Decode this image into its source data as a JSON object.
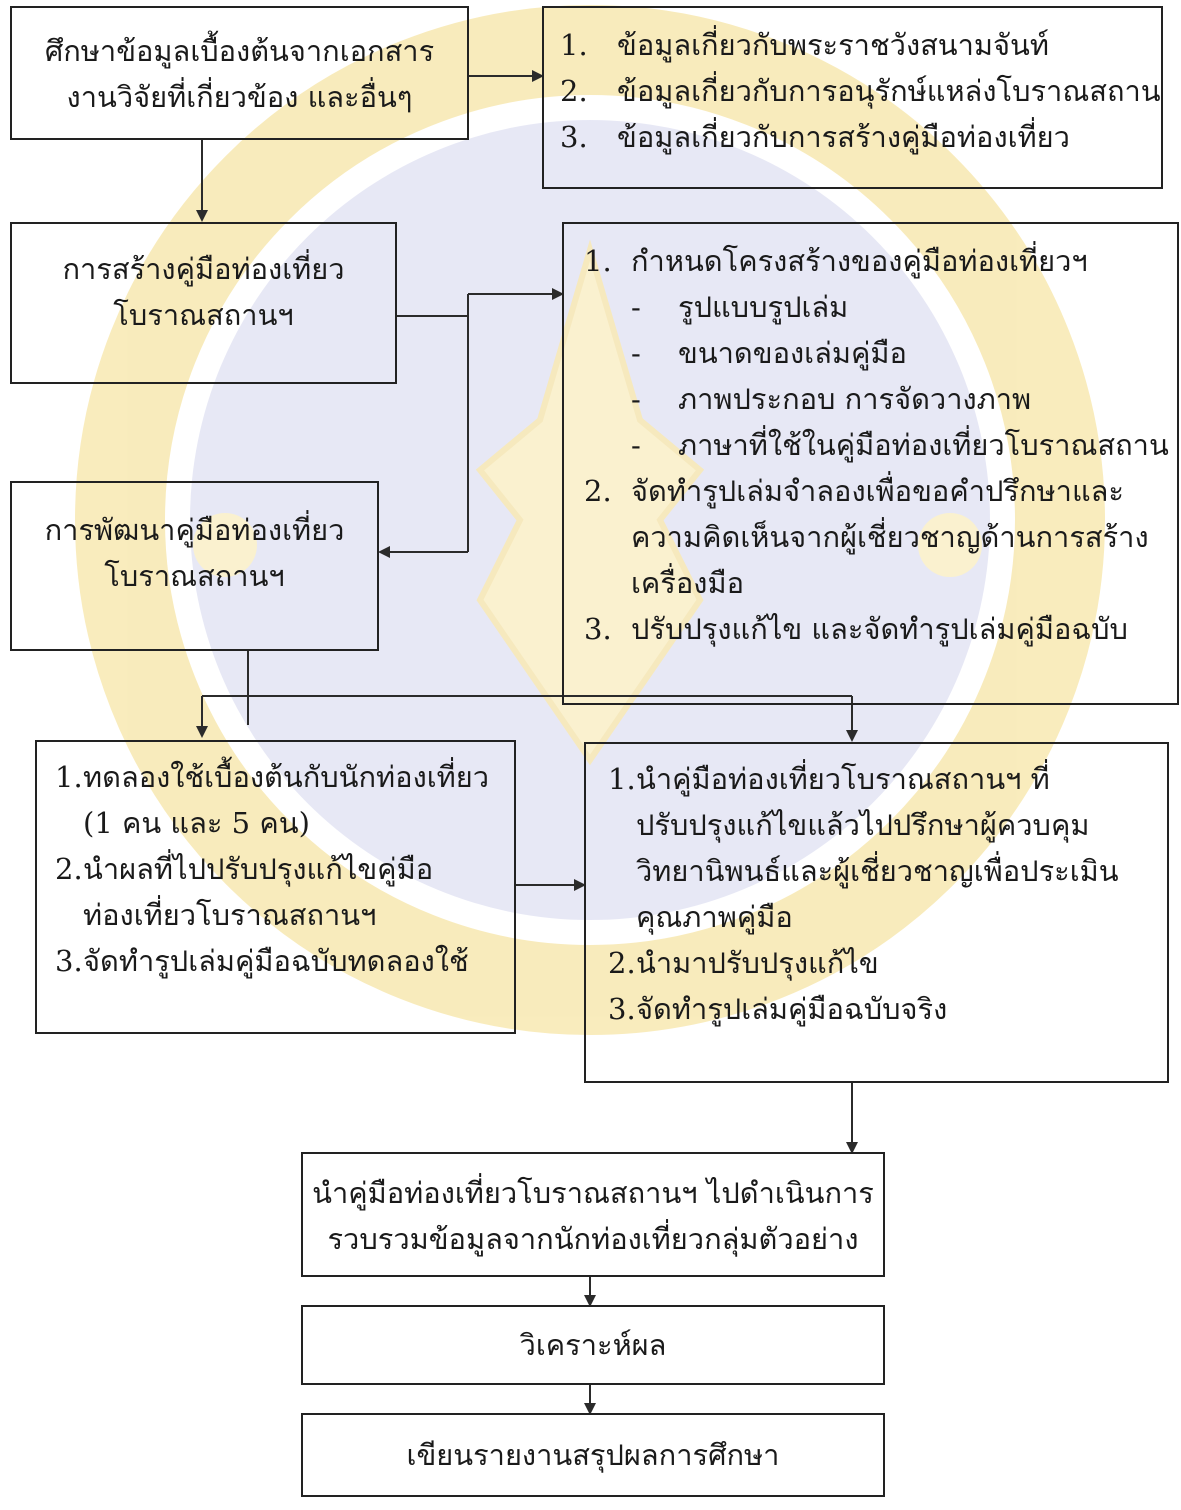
{
  "boxes": {
    "study": {
      "lines": [
        "ศึกษาข้อมูลเบื้องต้นจากเอกสาร",
        "งานวิจัยที่เกี่ยวข้อง  และอื่นๆ"
      ]
    },
    "study_info": {
      "items": [
        {
          "num": "1.",
          "text": "ข้อมูลเกี่ยวกับพระราชวังสนามจันท์"
        },
        {
          "num": "2.",
          "text": "ข้อมูลเกี่ยวกับการอนุรักษ์แหล่งโบราณสถาน"
        },
        {
          "num": "3.",
          "text": "ข้อมูลเกี่ยวกับการสร้างคู่มือท่องเที่ยว"
        }
      ]
    },
    "create": {
      "lines": [
        "การสร้างคู่มือท่องเที่ยว",
        "โบราณสถานฯ"
      ]
    },
    "create_detail": {
      "item1": {
        "num": "1.",
        "text": "กำหนดโครงสร้างของคู่มือท่องเที่ยวฯ"
      },
      "subs": [
        {
          "dash": "-",
          "text": "รูปแบบรูปเล่ม"
        },
        {
          "dash": "-",
          "text": "ขนาดของเล่มคู่มือ"
        },
        {
          "dash": "-",
          "text": "ภาพประกอบ  การจัดวางภาพ"
        },
        {
          "dash": "-",
          "text": "ภาษาที่ใช้ในคู่มือท่องเที่ยวโบราณสถาน"
        }
      ],
      "item2": {
        "num": "2.",
        "lines": [
          "จัดทำรูปเล่มจำลองเพื่อขอคำปรึกษาและ",
          "ความคิดเห็นจากผู้เชี่ยวชาญด้านการสร้าง",
          "เครื่องมือ"
        ]
      },
      "item3": {
        "num": "3.",
        "text": "ปรับปรุงแก้ไข  และจัดทำรูปเล่มคู่มือฉบับ"
      }
    },
    "develop": {
      "lines": [
        "การพัฒนาคู่มือท่องเที่ยว",
        "โบราณสถานฯ"
      ]
    },
    "trial": {
      "items": [
        {
          "num": "1.",
          "lines": [
            "ทดลองใช้เบื้องต้นกับนักท่องเที่ยว",
            "(1 คน และ 5 คน)"
          ]
        },
        {
          "num": "2.",
          "lines": [
            "นำผลที่ไปปรับปรุงแก้ไขคู่มือ",
            "ท่องเที่ยวโบราณสถานฯ"
          ]
        },
        {
          "num": "3.",
          "lines": [
            "จัดทำรูปเล่มคู่มือฉบับทดลองใช้"
          ]
        }
      ]
    },
    "evaluate": {
      "items": [
        {
          "num": "1.",
          "lines": [
            "นำคู่มือท่องเที่ยวโบราณสถานฯ ที่",
            "ปรับปรุงแก้ไขแล้วไปปรึกษาผู้ควบคุม",
            "วิทยานิพนธ์และผู้เชี่ยวชาญเพื่อประเมิน",
            "คุณภาพคู่มือ"
          ]
        },
        {
          "num": "2.",
          "lines": [
            "นำมาปรับปรุงแก้ไข"
          ]
        },
        {
          "num": "3.",
          "lines": [
            "จัดทำรูปเล่มคู่มือฉบับจริง"
          ]
        }
      ]
    },
    "collect": {
      "lines": [
        "นำคู่มือท่องเที่ยวโบราณสถานฯ ไปดำเนินการ",
        "รวบรวมข้อมูลจากนักท่องเที่ยวกลุ่มตัวอย่าง"
      ]
    },
    "analyze": {
      "text": "วิเคราะห์ผล"
    },
    "report": {
      "text": "เขียนรายงานสรุปผลการศึกษา"
    }
  },
  "colors": {
    "line": "#2b2b2b",
    "border": "#222222",
    "watermark_gold": "#f2d26a",
    "watermark_blue": "#cfd2ea"
  }
}
